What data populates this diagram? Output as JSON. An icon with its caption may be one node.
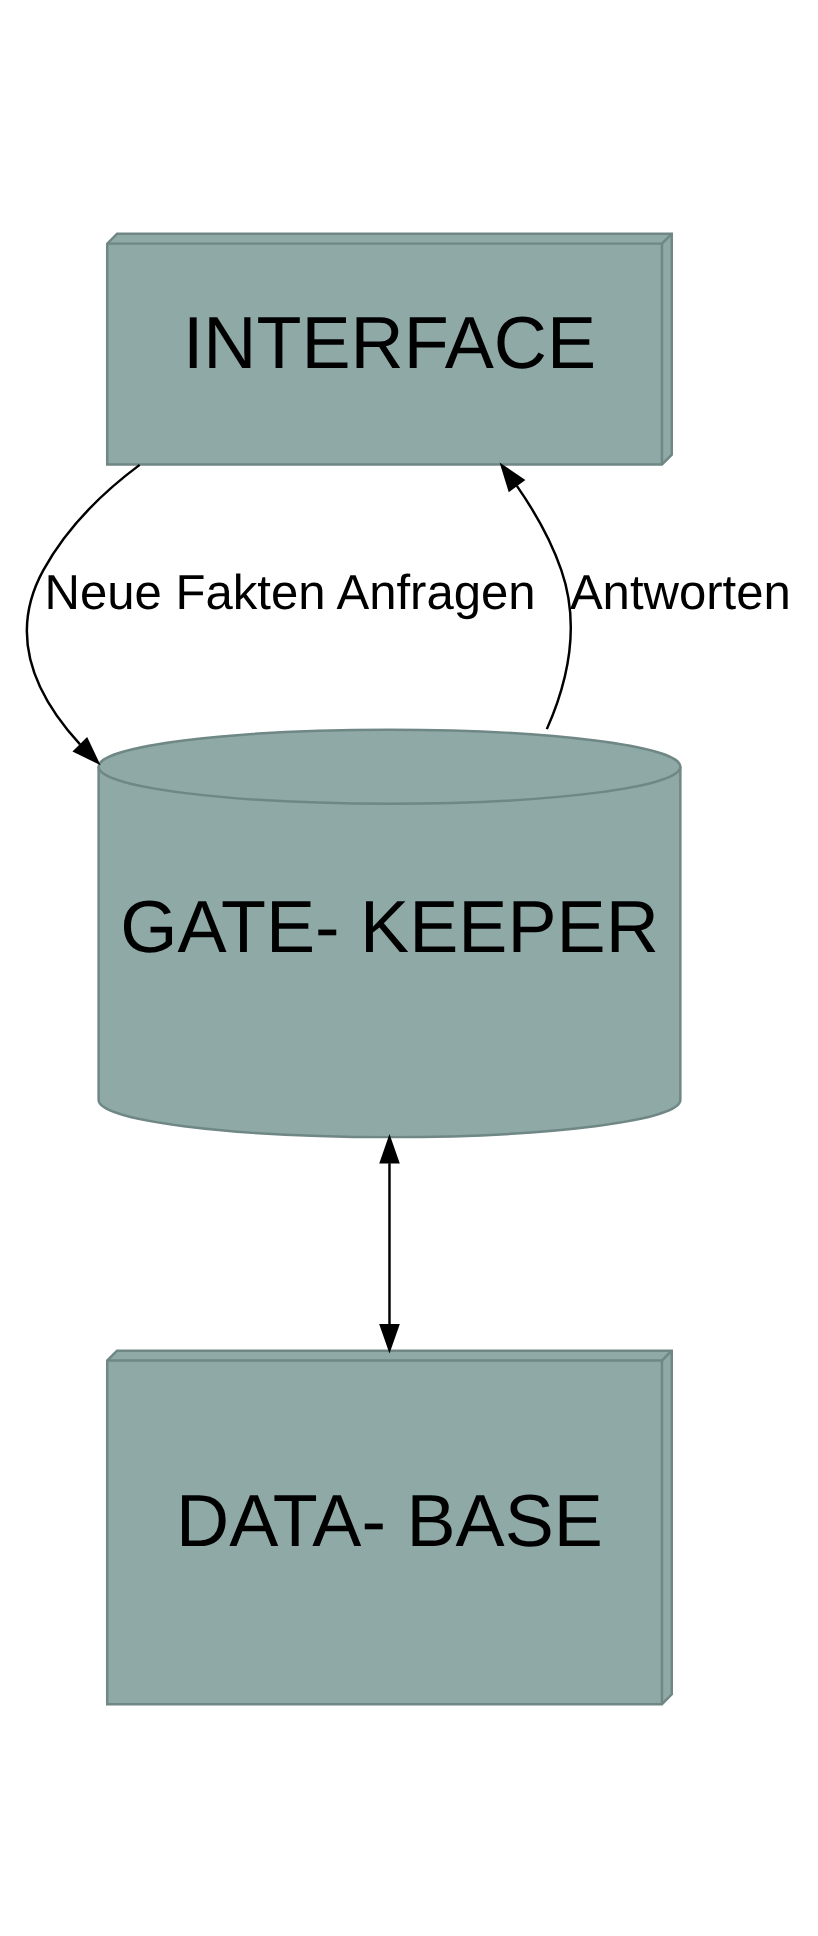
{
  "diagram": {
    "nodes": [
      {
        "text": [
          "INTERFACE"
        ]
      },
      {
        "text": [
          "GATE- KEEPER"
        ]
      },
      {
        "text": [
          "DATA- BASE"
        ]
      }
    ],
    "edges": [
      {
        "from": 0,
        "to": 1,
        "arrow": "to",
        "label": "Neue Fakten Anfragen"
      },
      {
        "from": 1,
        "to": 0,
        "arrow": "to",
        "label": "Antworten"
      },
      {
        "from": 1,
        "to": 2,
        "arrow": "both"
      }
    ]
  }
}
